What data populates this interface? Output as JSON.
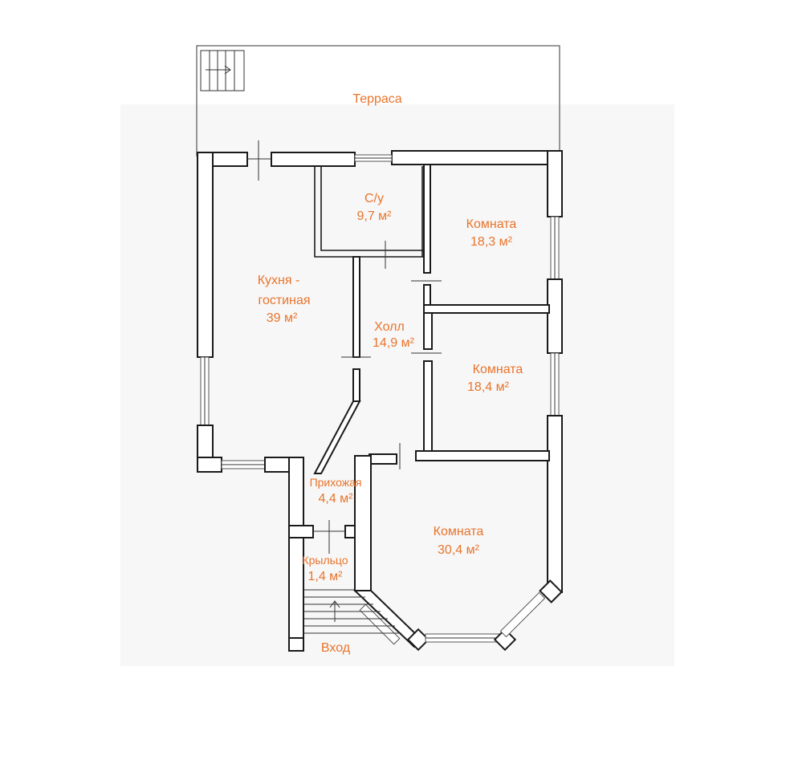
{
  "colors": {
    "label": "#e8742c",
    "wall": "#1a1a1a",
    "background": "#ffffff"
  },
  "rooms": {
    "terrace": {
      "name": "Терраса"
    },
    "wc": {
      "name": "С/у",
      "area": "9,7 м²"
    },
    "room1": {
      "name": "Комната",
      "area": "18,3 м²"
    },
    "kitchen": {
      "name1": "Кухня -",
      "name2": "гостиная",
      "area": "39 м²"
    },
    "hall": {
      "name": "Холл",
      "area": "14,9 м²"
    },
    "room2": {
      "name": "Комната",
      "area": "18,4 м²"
    },
    "entry": {
      "name": "Прихожая",
      "area": "4,4 м²"
    },
    "room3": {
      "name": "Комната",
      "area": "30,4 м²"
    },
    "porch": {
      "name": "Крыльцо",
      "area": "1,4 м²"
    }
  },
  "entrance": {
    "label": "Вход"
  },
  "icons": [
    "stairs-arrow-icon",
    "entrance-arrow-icon"
  ]
}
